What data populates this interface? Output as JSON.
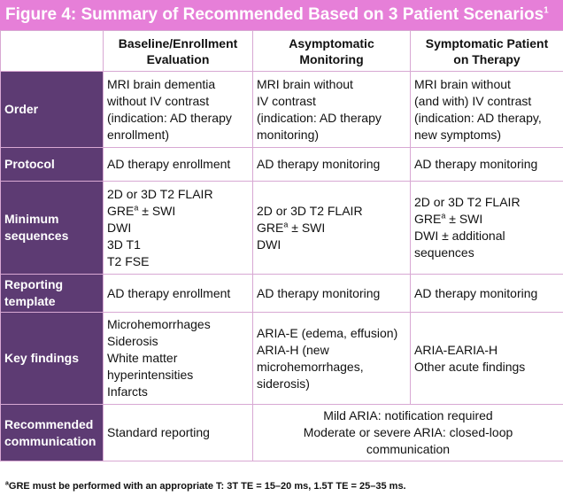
{
  "title": {
    "text": "Figure 4: Summary of Recommended Based on 3 Patient Scenarios",
    "sup": "1"
  },
  "columns": [
    [
      "Baseline/Enrollment",
      "Evaluation"
    ],
    [
      "Asymptomatic",
      "Monitoring"
    ],
    [
      "Symptomatic Patient",
      "on Therapy"
    ]
  ],
  "rows": {
    "order": {
      "label": [
        "Order"
      ],
      "baseline": [
        "MRI brain dementia",
        "without IV contrast",
        "(indication: AD therapy",
        "enrollment)"
      ],
      "asymptomatic": [
        "MRI brain without",
        "IV contrast",
        "(indication: AD therapy",
        "monitoring)"
      ],
      "symptomatic": [
        "MRI brain without",
        "(and with) IV contrast",
        "(indication: AD therapy,",
        "new symptoms)"
      ]
    },
    "protocol": {
      "label": [
        "Protocol"
      ],
      "baseline": "AD therapy enrollment",
      "asymptomatic": "AD therapy monitoring",
      "symptomatic": "AD therapy monitoring"
    },
    "sequences": {
      "label": [
        "Minimum",
        "sequences"
      ],
      "baseline": {
        "l1": "2D or 3D T2 FLAIR",
        "l2_pre": "GRE",
        "l2_sup": "a",
        "l2_post": " ± SWI",
        "l3": "DWI",
        "l4": "3D T1",
        "l5": "T2 FSE"
      },
      "asymptomatic": {
        "l1": "2D or 3D T2 FLAIR",
        "l2_pre": "GRE",
        "l2_sup": "a",
        "l2_post": " ± SWI",
        "l3": "DWI"
      },
      "symptomatic": {
        "l1": "2D or 3D T2 FLAIR",
        "l2_pre": "GRE",
        "l2_sup": "a",
        "l2_post": " ± SWI",
        "l3": "DWI ± additional",
        "l4": "sequences"
      }
    },
    "reporting": {
      "label": [
        "Reporting",
        "template"
      ],
      "baseline": "AD therapy enrollment",
      "asymptomatic": "AD therapy monitoring",
      "symptomatic": "AD therapy monitoring"
    },
    "findings": {
      "label": [
        "Key findings"
      ],
      "baseline": [
        "Microhemorrhages",
        "Siderosis",
        "White matter",
        "hyperintensities",
        "Infarcts"
      ],
      "asymptomatic": [
        "ARIA-E (edema, effusion)",
        "ARIA-H (new",
        "microhemorrhages,",
        "siderosis)"
      ],
      "symptomatic": [
        "ARIA-EARIA-H",
        "Other acute findings"
      ]
    },
    "communication": {
      "label": [
        "Recommended",
        "communication"
      ],
      "baseline": "Standard reporting",
      "merged": [
        "Mild ARIA: notification required",
        "Moderate or severe ARIA: closed-loop",
        "communication"
      ]
    }
  },
  "footnote": {
    "sup": "a",
    "text": "GRE must be performed with an appropriate T: 3T TE = 15–20 ms, 1.5T TE = 25–35 ms."
  },
  "colors": {
    "title_bg": "#e67fd8",
    "row_label_bg": "#5d3b73",
    "border": "#d8a8d3"
  }
}
